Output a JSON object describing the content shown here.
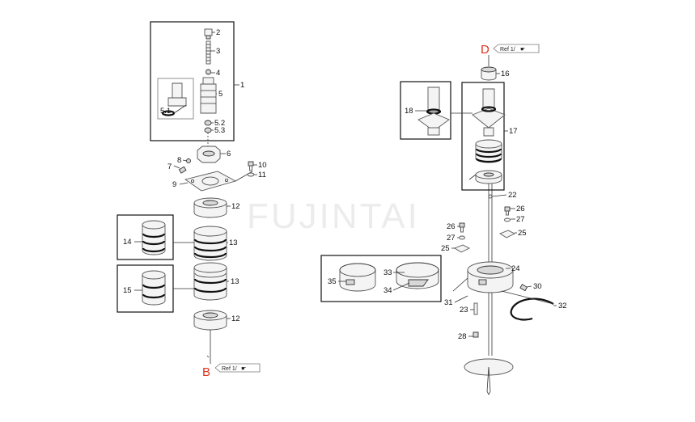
{
  "watermark": "FUJINTAI",
  "refs": {
    "D": {
      "letter": "D",
      "text": "Ref 1/"
    },
    "B": {
      "letter": "B",
      "text": "Ref 1/"
    }
  },
  "labels": {
    "l1": "1",
    "l2": "2",
    "l3": "3",
    "l4": "4",
    "l5": "5",
    "l51": "5.1",
    "l52": "5.2",
    "l53": "5.3",
    "l6": "6",
    "l7": "7",
    "l8": "8",
    "l9": "9",
    "l10": "10",
    "l11": "11",
    "l12a": "12",
    "l12b": "12",
    "l13a": "13",
    "l13b": "13",
    "l14": "14",
    "l15": "15",
    "l16": "16",
    "l17": "17",
    "l18": "18",
    "l22": "22",
    "l23": "23",
    "l24": "24",
    "l25a": "25",
    "l25b": "25",
    "l26a": "26",
    "l26b": "26",
    "l27a": "27",
    "l27b": "27",
    "l28": "28",
    "l30": "30",
    "l31": "31",
    "l32": "32",
    "l33": "33",
    "l34": "34",
    "l35": "35"
  }
}
